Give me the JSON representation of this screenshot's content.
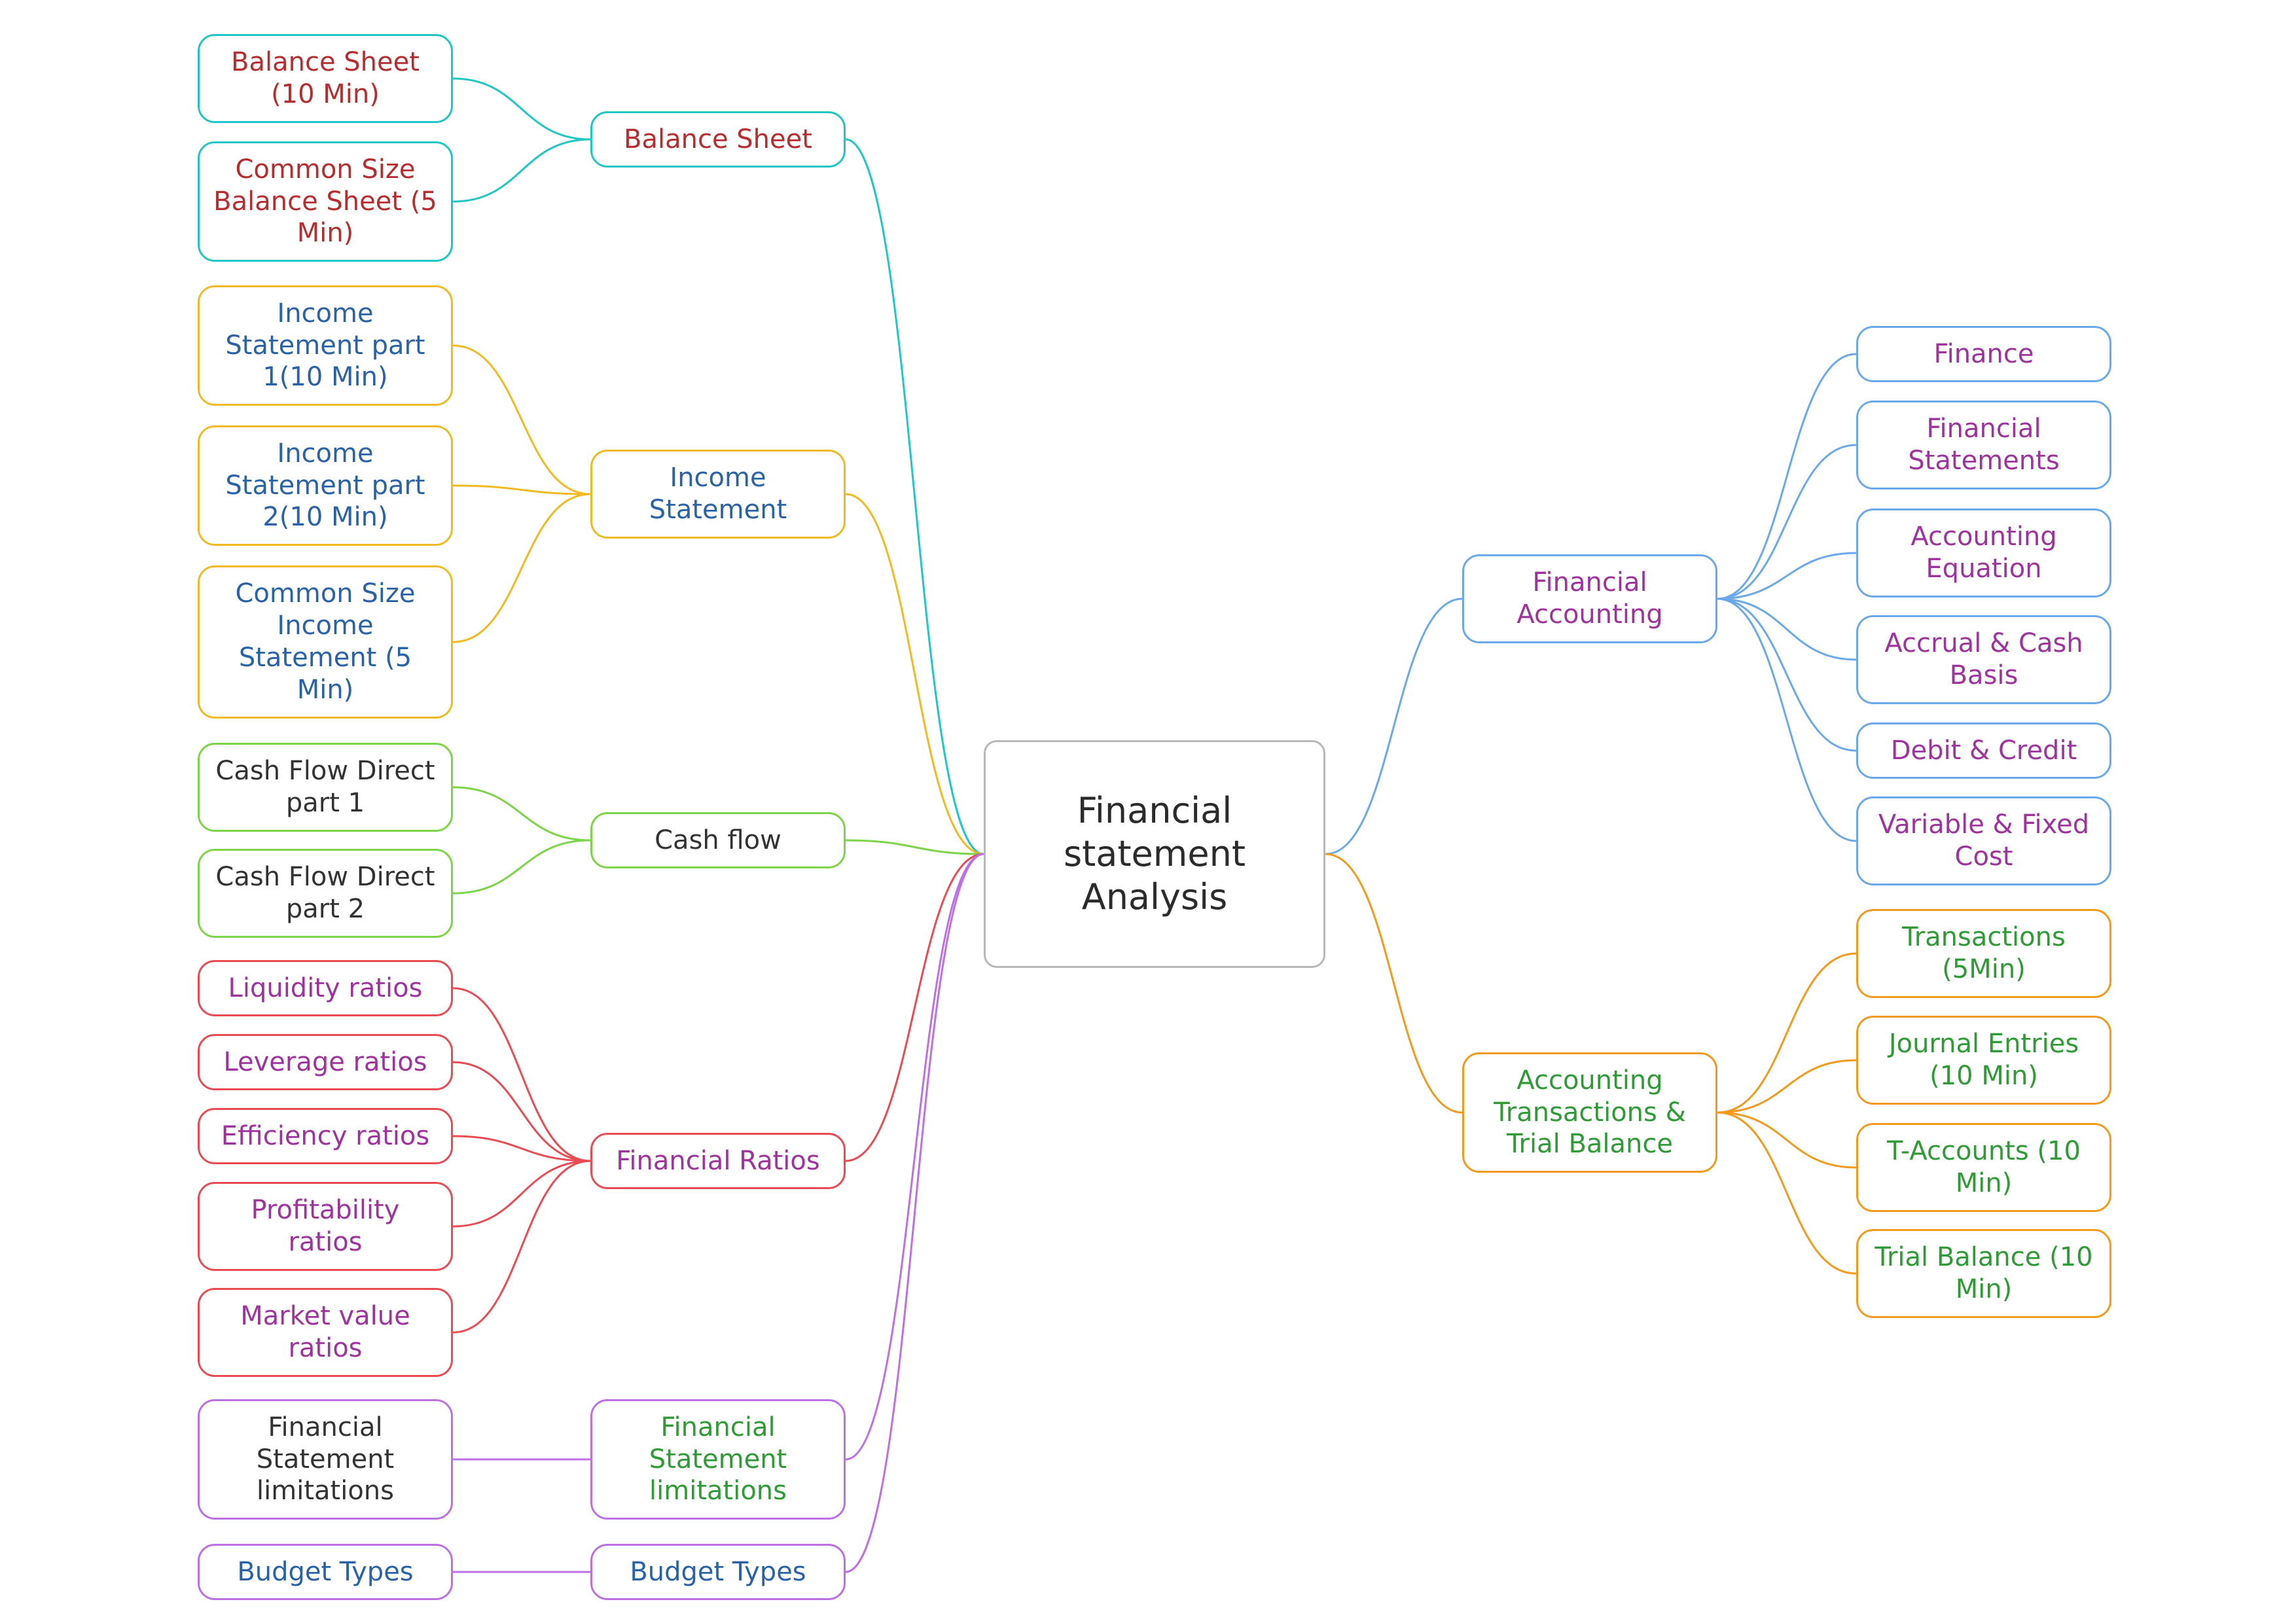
{
  "root": {
    "label": "Financial\nstatement Analysis"
  },
  "colors": {
    "teal": "#20c5c5",
    "yellow": "#efba22",
    "green": "#7ed449",
    "red": "#ea4b53",
    "purple": "#bd6fe4",
    "blue": "#6aa8ea",
    "orange": "#f39a1c",
    "text_red": "#b52d2f",
    "text_blue": "#2a62a8",
    "text_dark": "#333333",
    "text_magenta": "#9e339e",
    "text_green": "#2f9a36",
    "root_border": "#b8b8b8"
  },
  "branches": [
    {
      "id": "balance-sheet",
      "label": "Balance Sheet",
      "side": "left",
      "line_color": "teal",
      "text_color": "text_red",
      "children": [
        {
          "label": "Balance Sheet\n(10 Min)"
        },
        {
          "label": "Common Size\nBalance Sheet (5\nMin)"
        }
      ]
    },
    {
      "id": "income-statement",
      "label": "Income\nStatement",
      "side": "left",
      "line_color": "yellow",
      "text_color": "text_blue",
      "children": [
        {
          "label": "Income\nStatement part\n1(10 Min)"
        },
        {
          "label": "Income\nStatement part\n2(10 Min)"
        },
        {
          "label": "Common Size\nIncome\nStatement (5\nMin)"
        }
      ]
    },
    {
      "id": "cash-flow",
      "label": "Cash flow",
      "side": "left",
      "line_color": "green",
      "text_color": "text_dark",
      "children": [
        {
          "label": "Cash Flow Direct\npart 1"
        },
        {
          "label": "Cash Flow Direct\npart  2"
        }
      ]
    },
    {
      "id": "financial-ratios",
      "label": "Financial Ratios",
      "side": "left",
      "line_color": "red",
      "text_color": "text_magenta",
      "children": [
        {
          "label": "Liquidity ratios"
        },
        {
          "label": "Leverage ratios"
        },
        {
          "label": "Efficiency ratios"
        },
        {
          "label": "Profitability\nratios"
        },
        {
          "label": "Market value\nratios"
        }
      ]
    },
    {
      "id": "fs-limitations",
      "label": "Financial\nStatement\nlimitations",
      "side": "left",
      "line_color": "purple",
      "text_color": "text_green",
      "children": [
        {
          "label": "Financial\nStatement\nlimitations",
          "text_color": "text_dark"
        }
      ]
    },
    {
      "id": "budget-types",
      "label": "Budget Types",
      "side": "left",
      "line_color": "purple",
      "text_color": "text_blue",
      "children": [
        {
          "label": "Budget Types"
        }
      ]
    },
    {
      "id": "financial-accounting",
      "label": "Financial\nAccounting",
      "side": "right",
      "line_color": "blue",
      "text_color": "text_magenta",
      "children": [
        {
          "label": "Finance"
        },
        {
          "label": "Financial\nStatements"
        },
        {
          "label": "Accounting\nEquation"
        },
        {
          "label": "Accrual & Cash\nBasis"
        },
        {
          "label": "Debit & Credit"
        },
        {
          "label": "Variable & Fixed\nCost"
        }
      ]
    },
    {
      "id": "accounting-transactions",
      "label": "Accounting\nTransactions &\nTrial Balance",
      "side": "right",
      "line_color": "orange",
      "text_color": "text_green",
      "children": [
        {
          "label": "Transactions\n(5Min)"
        },
        {
          "label": "Journal Entries\n(10 Min)"
        },
        {
          "label": "T-Accounts (10\nMin)"
        },
        {
          "label": "Trial Balance (10\nMin)"
        }
      ]
    }
  ]
}
